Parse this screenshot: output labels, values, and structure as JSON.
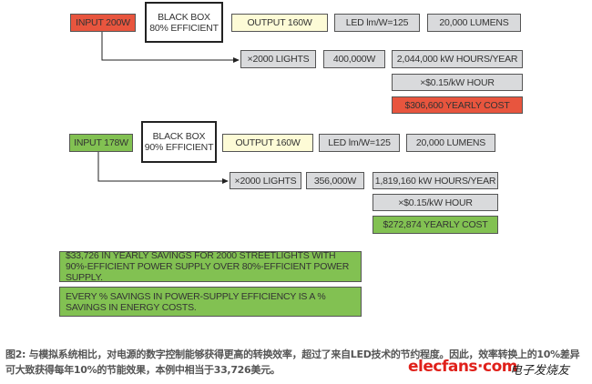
{
  "colors": {
    "red": "#e8553e",
    "green": "#82c152",
    "gray": "#d9dadc",
    "yellow": "#fdfbd6"
  },
  "scenario_80": {
    "input": "INPUT 200W",
    "black_box_line1": "BLACK BOX",
    "black_box_line2": "80% EFFICIENT",
    "output": "OUTPUT 160W",
    "led": "LED lm/W=125",
    "lumens": "20,000 LUMENS",
    "lights": "×2000 LIGHTS",
    "total_watts": "400,000W",
    "kwh": "2,044,000 kW HOURS/YEAR",
    "rate": "×$0.15/kW HOUR",
    "cost": "$306,600 YEARLY COST"
  },
  "scenario_90": {
    "input": "INPUT 178W",
    "black_box_line1": "BLACK BOX",
    "black_box_line2": "90% EFFICIENT",
    "output": "OUTPUT 160W",
    "led": "LED lm/W=125",
    "lumens": "20,000 LUMENS",
    "lights": "×2000 LIGHTS",
    "total_watts": "356,000W",
    "kwh": "1,819,160 kW HOURS/YEAR",
    "rate": "×$0.15/kW HOUR",
    "cost": "$272,874 YEARLY COST"
  },
  "notes": {
    "savings": "$33,726 IN YEARLY SAVINGS FOR 2000 STREETLIGHTS WITH 90%-EFFICIENT POWER SUPPLY OVER 80%-EFFICIENT POWER SUPPLY.",
    "efficiency": "EVERY % SAVINGS IN POWER-SUPPLY EFFICIENCY IS A % SAVINGS IN ENERGY COSTS."
  },
  "caption": "图2: 与模拟系统相比，对电源的数字控制能够获得更高的转换效率，超过了来自LED技术的节约程度。因此，效率转换上的10%差异可大致获得每年10%的节能效果，本例中相当于33,726美元。",
  "watermark": {
    "logo": "elecfans·com",
    "chinese": "电子发烧友"
  }
}
